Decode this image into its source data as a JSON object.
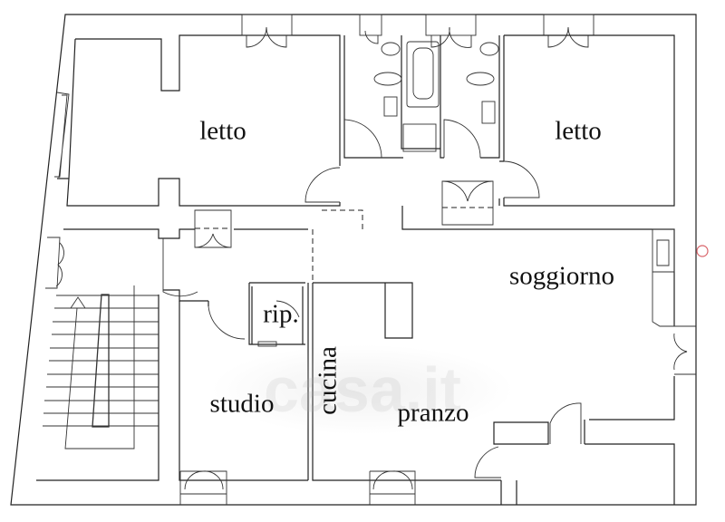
{
  "rooms": {
    "bedroom_left": "letto",
    "bedroom_right": "letto",
    "living": "soggiorno",
    "storage": "rip.",
    "study": "studio",
    "kitchen": "cucina",
    "dining": "pranzo"
  },
  "watermark": "casa.it",
  "colors": {
    "line": "#222222",
    "marker": "#d9646a"
  }
}
